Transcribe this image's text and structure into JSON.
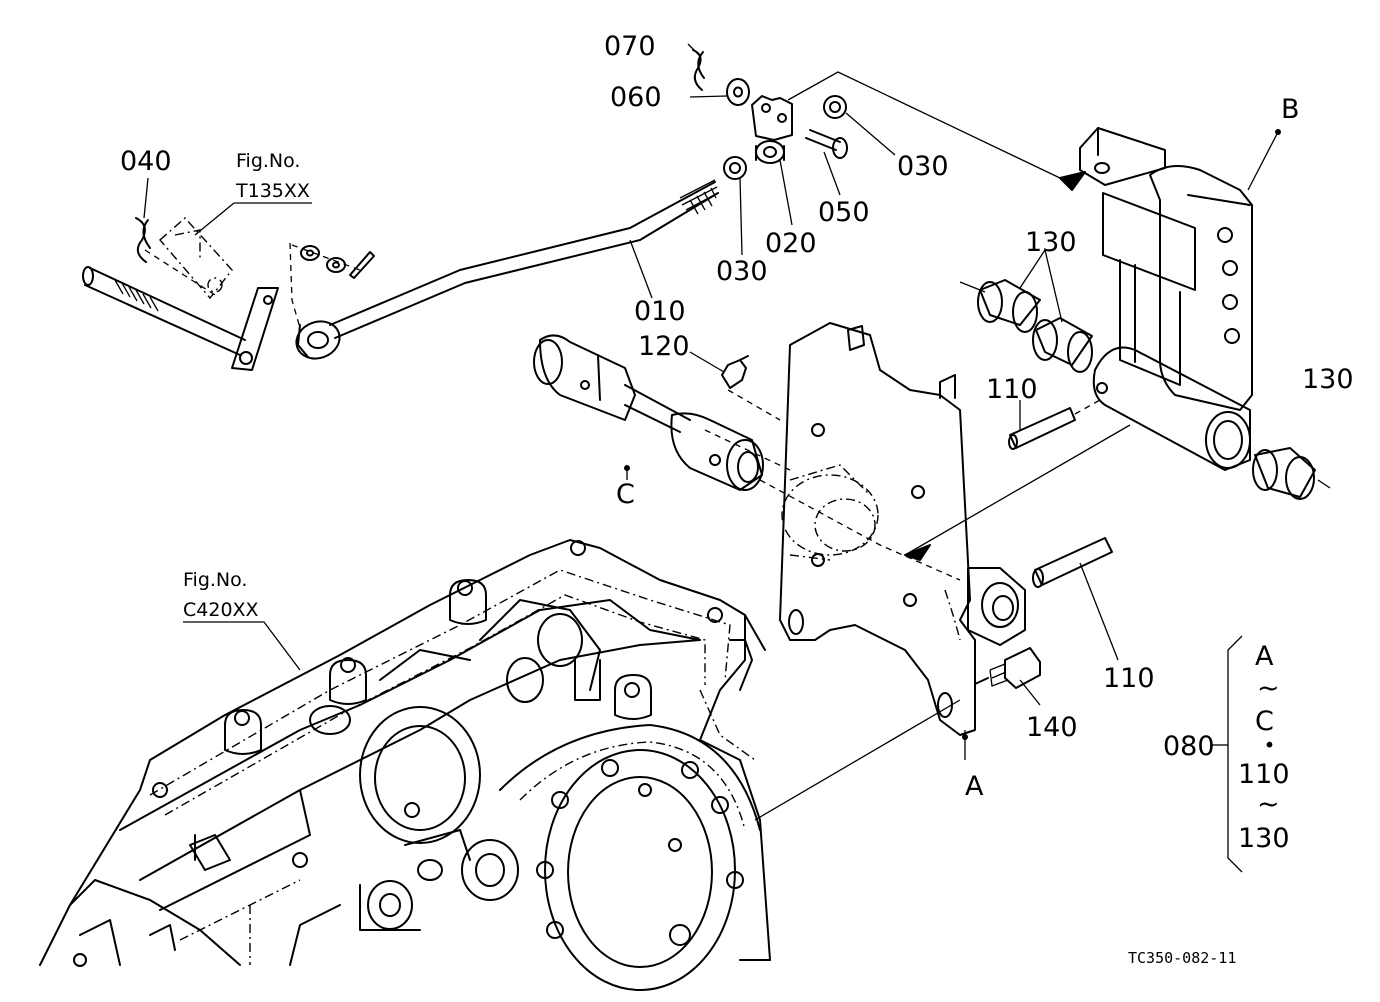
{
  "parts": [
    {
      "id": "p070",
      "number": "070"
    },
    {
      "id": "p060",
      "number": "060"
    },
    {
      "id": "p040",
      "number": "040"
    },
    {
      "id": "p030a",
      "number": "030"
    },
    {
      "id": "p030b",
      "number": "030"
    },
    {
      "id": "p050",
      "number": "050"
    },
    {
      "id": "p020",
      "number": "020"
    },
    {
      "id": "p010",
      "number": "010"
    },
    {
      "id": "p120",
      "number": "120"
    },
    {
      "id": "p130a",
      "number": "130"
    },
    {
      "id": "p130b",
      "number": "130"
    },
    {
      "id": "p110a",
      "number": "110"
    },
    {
      "id": "p110b",
      "number": "110"
    },
    {
      "id": "p140",
      "number": "140"
    },
    {
      "id": "p080",
      "number": "080"
    }
  ],
  "references": [
    {
      "title": "Fig.No.",
      "code": "T135XX"
    },
    {
      "title": "Fig.No.",
      "code": "C420XX"
    }
  ],
  "points": {
    "a": "A",
    "b": "B",
    "c": "C"
  },
  "assembly": {
    "number": "080",
    "range_1_start": "A",
    "range_1_end": "C",
    "range_sep": "・",
    "range_2_start": "110",
    "range_2_end": "130",
    "tilde": "~"
  },
  "drawing_code": "TC350-082-11",
  "colors": {
    "ink": "#000000",
    "paper": "#ffffff"
  }
}
